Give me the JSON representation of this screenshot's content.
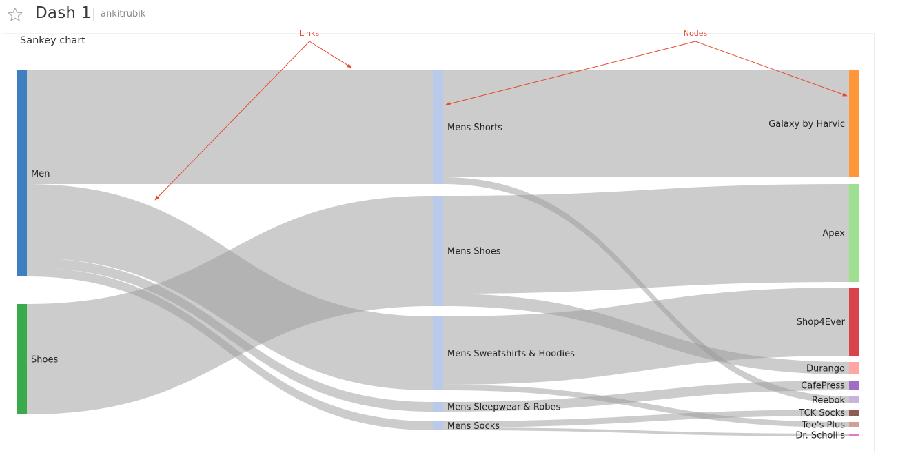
{
  "header": {
    "dashboard_title": "Dash 1",
    "owner": "ankitrubik",
    "star_icon": "star-outline-icon"
  },
  "chart_data": {
    "type": "sankey",
    "title": "Sankey chart",
    "annotations": [
      {
        "text": "Links"
      },
      {
        "text": "Nodes"
      }
    ],
    "nodes": [
      {
        "id": "men",
        "label": "Men",
        "column": 0,
        "color": "#3f7fbf"
      },
      {
        "id": "shoes",
        "label": "Shoes",
        "column": 0,
        "color": "#3aaa4a"
      },
      {
        "id": "mens_shorts",
        "label": "Mens Shorts",
        "column": 1,
        "color": "#b9c9ea"
      },
      {
        "id": "mens_shoes",
        "label": "Mens Shoes",
        "column": 1,
        "color": "#b9c9ea"
      },
      {
        "id": "mens_sweat",
        "label": "Mens Sweatshirts & Hoodies",
        "column": 1,
        "color": "#b9c9ea"
      },
      {
        "id": "mens_sleep",
        "label": "Mens Sleepwear & Robes",
        "column": 1,
        "color": "#b9c9ea"
      },
      {
        "id": "mens_socks",
        "label": "Mens Socks",
        "column": 1,
        "color": "#b9c9ea"
      },
      {
        "id": "galaxy",
        "label": "Galaxy by Harvic",
        "column": 2,
        "color": "#ff9639"
      },
      {
        "id": "apex",
        "label": "Apex",
        "column": 2,
        "color": "#9de08f"
      },
      {
        "id": "shop4ever",
        "label": "Shop4Ever",
        "column": 2,
        "color": "#d9434a"
      },
      {
        "id": "durango",
        "label": "Durango",
        "column": 2,
        "color": "#ffa5a3"
      },
      {
        "id": "cafepress",
        "label": "CafePress",
        "column": 2,
        "color": "#9f6fc6"
      },
      {
        "id": "reebok",
        "label": "Reebok",
        "column": 2,
        "color": "#c9b3da"
      },
      {
        "id": "tck",
        "label": "TCK Socks",
        "column": 2,
        "color": "#8d5d52"
      },
      {
        "id": "tees",
        "label": "Tee's Plus",
        "column": 2,
        "color": "#cf9f98"
      },
      {
        "id": "scholl",
        "label": "Dr. Scholl's",
        "column": 2,
        "color": "#e27bc6"
      }
    ],
    "links": [
      {
        "source": "men",
        "target": "mens_shorts",
        "value": 165
      },
      {
        "source": "men",
        "target": "mens_sweat",
        "value": 107
      },
      {
        "source": "men",
        "target": "mens_sleep",
        "value": 14
      },
      {
        "source": "men",
        "target": "mens_socks",
        "value": 13
      },
      {
        "source": "shoes",
        "target": "mens_shoes",
        "value": 160
      },
      {
        "source": "mens_shorts",
        "target": "galaxy",
        "value": 155
      },
      {
        "source": "mens_shorts",
        "target": "reebok",
        "value": 10
      },
      {
        "source": "mens_shoes",
        "target": "apex",
        "value": 142
      },
      {
        "source": "mens_shoes",
        "target": "durango",
        "value": 18
      },
      {
        "source": "mens_sweat",
        "target": "shop4ever",
        "value": 99
      },
      {
        "source": "mens_sweat",
        "target": "tees",
        "value": 8
      },
      {
        "source": "mens_sleep",
        "target": "cafepress",
        "value": 14
      },
      {
        "source": "mens_socks",
        "target": "tck",
        "value": 9
      },
      {
        "source": "mens_socks",
        "target": "scholl",
        "value": 4
      }
    ]
  }
}
